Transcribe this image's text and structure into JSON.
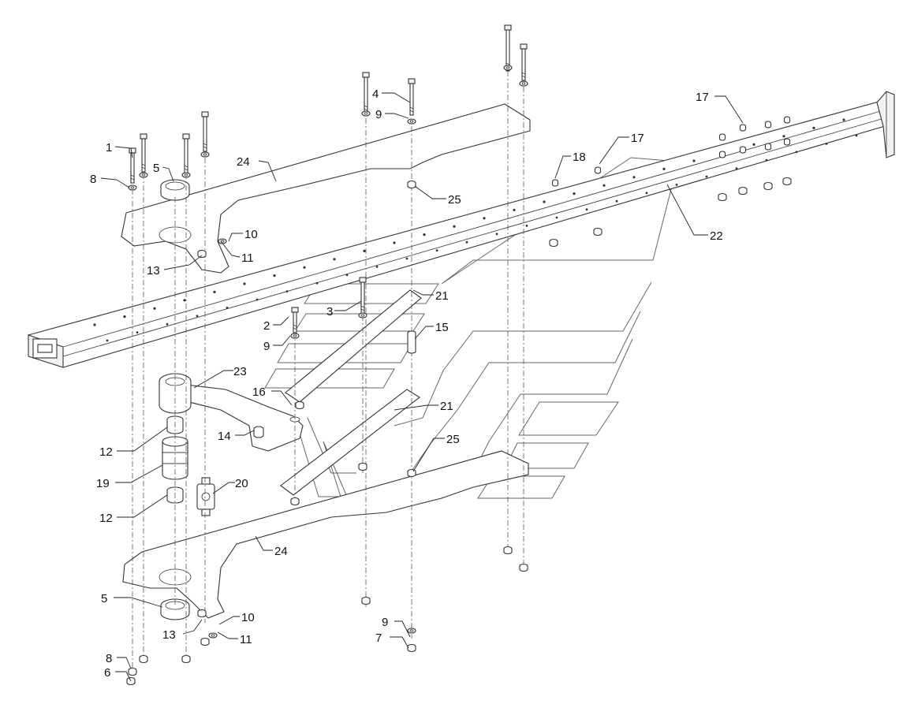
{
  "callouts": [
    {
      "id": "c1",
      "label": "1"
    },
    {
      "id": "c8a",
      "label": "8"
    },
    {
      "id": "c5a",
      "label": "5"
    },
    {
      "id": "c24a",
      "label": "24"
    },
    {
      "id": "c4",
      "label": "4"
    },
    {
      "id": "c9a",
      "label": "9"
    },
    {
      "id": "c25a",
      "label": "25"
    },
    {
      "id": "c17a",
      "label": "17"
    },
    {
      "id": "c17b",
      "label": "17"
    },
    {
      "id": "c18",
      "label": "18"
    },
    {
      "id": "c22",
      "label": "22"
    },
    {
      "id": "c10a",
      "label": "10"
    },
    {
      "id": "c11a",
      "label": "11"
    },
    {
      "id": "c13a",
      "label": "13"
    },
    {
      "id": "c3",
      "label": "3"
    },
    {
      "id": "c21a",
      "label": "21"
    },
    {
      "id": "c2",
      "label": "2"
    },
    {
      "id": "c9b",
      "label": "9"
    },
    {
      "id": "c15",
      "label": "15"
    },
    {
      "id": "c23",
      "label": "23"
    },
    {
      "id": "c16",
      "label": "16"
    },
    {
      "id": "c21b",
      "label": "21"
    },
    {
      "id": "c14",
      "label": "14"
    },
    {
      "id": "c12a",
      "label": "12"
    },
    {
      "id": "c25b",
      "label": "25"
    },
    {
      "id": "c19",
      "label": "19"
    },
    {
      "id": "c20",
      "label": "20"
    },
    {
      "id": "c12b",
      "label": "12"
    },
    {
      "id": "c24b",
      "label": "24"
    },
    {
      "id": "c5b",
      "label": "5"
    },
    {
      "id": "c10b",
      "label": "10"
    },
    {
      "id": "c13b",
      "label": "13"
    },
    {
      "id": "c11b",
      "label": "11"
    },
    {
      "id": "c9c",
      "label": "9"
    },
    {
      "id": "c7",
      "label": "7"
    },
    {
      "id": "c8b",
      "label": "8"
    },
    {
      "id": "c6",
      "label": "6"
    }
  ]
}
